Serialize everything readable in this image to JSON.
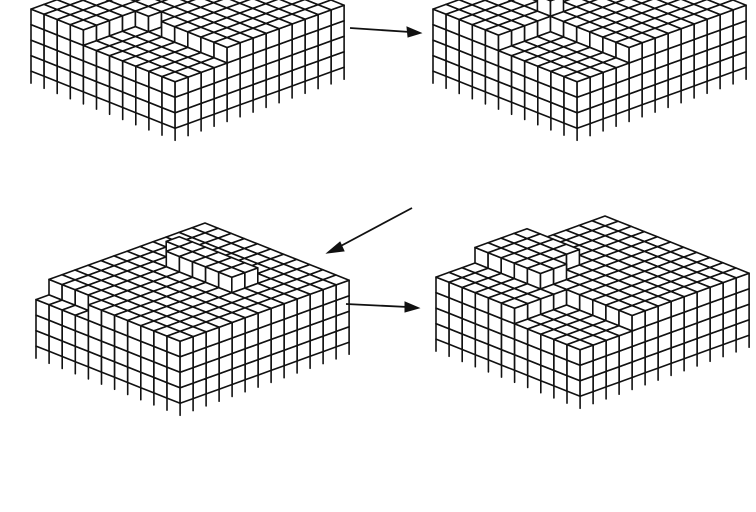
{
  "figure": {
    "background": "#ffffff",
    "ink_color": "#111111",
    "panels": [
      {
        "id": "panel-1",
        "step": 1,
        "description_name": "flat-crystal-surface-with-kink"
      },
      {
        "id": "panel-2",
        "step": 2,
        "description_name": "crystal-with-atom-added-at-step"
      },
      {
        "id": "panel-3",
        "step": 3,
        "description_name": "crystal-with-partial-new-layer"
      },
      {
        "id": "panel-4",
        "step": 4,
        "description_name": "crystal-with-growing-top-layer"
      }
    ],
    "arrows": [
      {
        "id": "arrow-1-to-2",
        "from": "panel-1",
        "to": "panel-2",
        "icon": "arrow-right-icon"
      },
      {
        "id": "arrow-2-to-3",
        "from": "panel-2",
        "to": "panel-3",
        "icon": "arrow-down-left-icon"
      },
      {
        "id": "arrow-3-to-4",
        "from": "panel-3",
        "to": "panel-4",
        "icon": "arrow-right-icon"
      }
    ]
  }
}
